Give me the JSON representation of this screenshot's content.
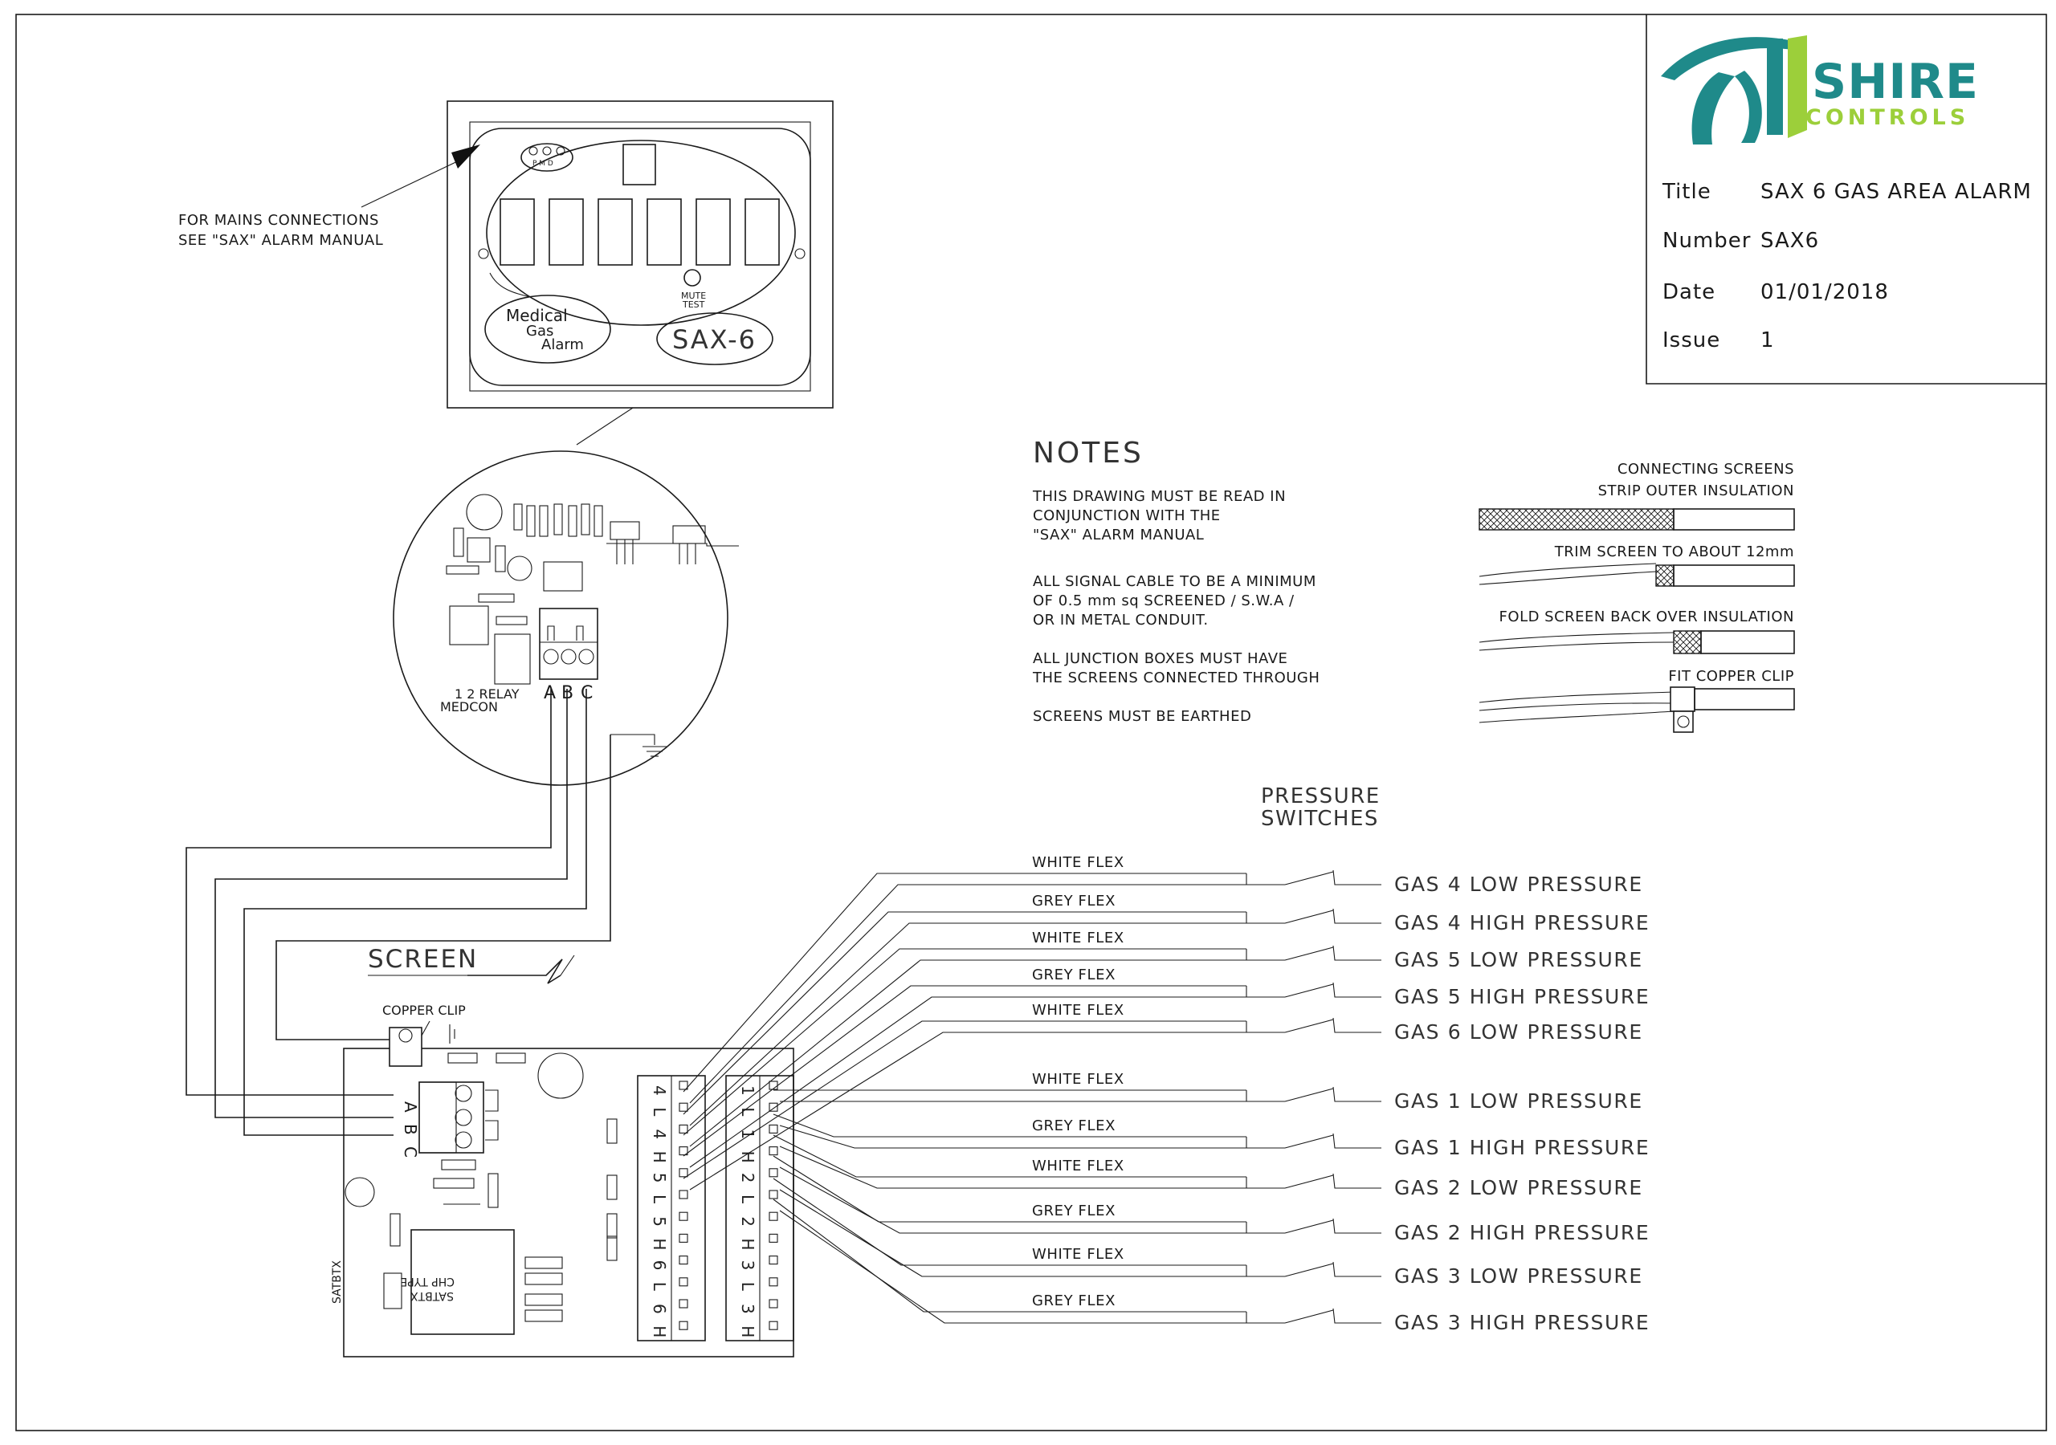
{
  "title_block": {
    "logo_word1": "SHIRE",
    "logo_word2": "CONTROLS",
    "fields": [
      {
        "label": "Title",
        "value": "SAX 6 GAS AREA ALARM"
      },
      {
        "label": "Number",
        "value": "SAX6"
      },
      {
        "label": "Date",
        "value": "01/01/2018"
      },
      {
        "label": "Issue",
        "value": "1"
      }
    ],
    "colors": {
      "teal": "#1f8a8a",
      "green": "#9ccf3a"
    }
  },
  "front_panel": {
    "callout_line1": "FOR MAINS CONNECTIONS",
    "callout_line2": "SEE \"SAX\" ALARM MANUAL",
    "led_labels": "P M D",
    "mute_test_1": "MUTE",
    "mute_test_2": "TEST",
    "badge_line1": "Medical",
    "badge_line2": "Gas",
    "badge_line3": "Alarm",
    "model": "SAX-6"
  },
  "pcb_detail": {
    "relay_label": "1  2  RELAY",
    "medcon_label": "MEDCON",
    "terminal_a": "A",
    "terminal_b": "B",
    "terminal_c": "C"
  },
  "notes": {
    "heading": "NOTES",
    "lines": [
      "THIS DRAWING MUST BE READ IN",
      "CONJUNCTION WITH THE",
      "\"SAX\" ALARM MANUAL",
      "ALL SIGNAL CABLE TO BE A MINIMUM",
      "OF 0.5 mm sq SCREENED / S.W.A /",
      "OR IN METAL CONDUIT.",
      "ALL JUNCTION BOXES MUST HAVE",
      "THE SCREENS CONNECTED THROUGH",
      "SCREENS MUST BE EARTHED"
    ]
  },
  "screen_steps": {
    "heading1": "CONNECTING SCREENS",
    "heading2": "STRIP OUTER INSULATION",
    "step2": "TRIM SCREEN TO ABOUT 12mm",
    "step3": "FOLD SCREEN BACK OVER INSULATION",
    "step4": "FIT COPPER CLIP"
  },
  "wiring": {
    "screen_label": "SCREEN",
    "copper_clip": "COPPER CLIP",
    "switches_heading1": "PRESSURE",
    "switches_heading2": "SWITCHES",
    "board_terminal_a": "A",
    "board_terminal_b": "B",
    "board_terminal_c": "C",
    "chip_line1": "CHP TYPE",
    "chip_line2": "SATBTX",
    "satbtx": "SATBTX",
    "connections": [
      {
        "flex": "WHITE FLEX",
        "gas": "GAS 4 LOW PRESSURE"
      },
      {
        "flex": "GREY FLEX",
        "gas": "GAS 4 HIGH PRESSURE"
      },
      {
        "flex": "WHITE FLEX",
        "gas": "GAS 5 LOW PRESSURE"
      },
      {
        "flex": "GREY FLEX",
        "gas": "GAS 5 HIGH PRESSURE"
      },
      {
        "flex": "WHITE FLEX",
        "gas": "GAS 6 LOW PRESSURE"
      },
      {
        "flex": "WHITE FLEX",
        "gas": "GAS 1 LOW PRESSURE"
      },
      {
        "flex": "GREY FLEX",
        "gas": "GAS 1 HIGH PRESSURE"
      },
      {
        "flex": "WHITE FLEX",
        "gas": "GAS 2 LOW PRESSURE"
      },
      {
        "flex": "GREY FLEX",
        "gas": "GAS 2 HIGH PRESSURE"
      },
      {
        "flex": "WHITE FLEX",
        "gas": "GAS 3 LOW PRESSURE"
      },
      {
        "flex": "GREY FLEX",
        "gas": "GAS 3 HIGH PRESSURE"
      }
    ],
    "left_terminals": [
      "4",
      "L",
      "4",
      "H",
      "5",
      "L",
      "5",
      "H",
      "6",
      "L",
      "6",
      "H"
    ],
    "right_terminals": [
      "1",
      "L",
      "1",
      "H",
      "2",
      "L",
      "2",
      "H",
      "3",
      "L",
      "3",
      "H"
    ]
  }
}
